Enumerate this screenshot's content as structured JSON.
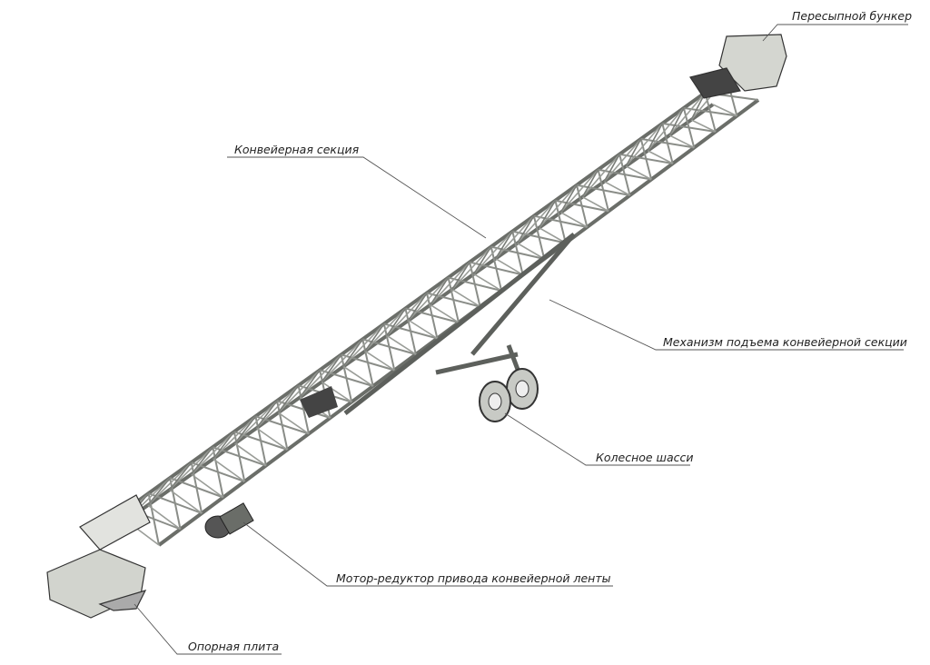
{
  "labels": {
    "hopper": "Пересыпной бункер",
    "section": "Конвейерная секция",
    "lift": "Механизм подъема конвейерной секции",
    "chassis": "Колесное шасси",
    "motor": "Мотор-редуктор привода конвейерной ленты",
    "plate": "Опорная плита"
  },
  "colors": {
    "steel": "#b9bcb6",
    "steel_dark": "#5d605c",
    "leader": "#555555"
  }
}
